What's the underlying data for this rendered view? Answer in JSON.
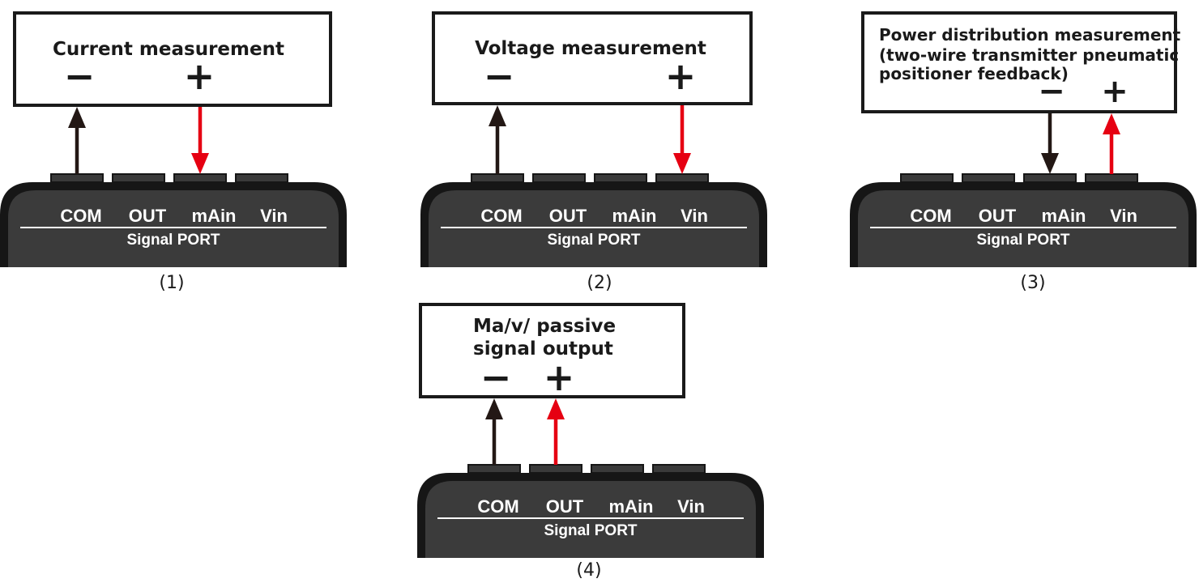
{
  "colors": {
    "frame": "#1a1a1a",
    "port_body": "#3b3b3b",
    "port_border": "#161616",
    "tab": "#3a3a3a",
    "negative_arrow": "#231815",
    "positive_arrow": "#e60012",
    "port_text": "#ffffff"
  },
  "diagrams": [
    {
      "caption": "(1)",
      "title_lines": [
        "Current measurement"
      ],
      "minus": "−",
      "plus": "+",
      "terminals": [
        "COM",
        "OUT",
        "mAin",
        "Vin"
      ],
      "port_name": "Signal PORT",
      "negative_wire": {
        "terminal": "COM",
        "direction": "up"
      },
      "positive_wire": {
        "terminal": "mAin",
        "direction": "down"
      }
    },
    {
      "caption": "(2)",
      "title_lines": [
        "Voltage measurement"
      ],
      "minus": "−",
      "plus": "+",
      "terminals": [
        "COM",
        "OUT",
        "mAin",
        "Vin"
      ],
      "port_name": "Signal PORT",
      "negative_wire": {
        "terminal": "COM",
        "direction": "up"
      },
      "positive_wire": {
        "terminal": "Vin",
        "direction": "down"
      }
    },
    {
      "caption": "(3)",
      "title_lines": [
        "Power distribution measurement",
        "(two-wire transmitter pneumatic",
        "positioner feedback)"
      ],
      "minus": "−",
      "plus": "+",
      "terminals": [
        "COM",
        "OUT",
        "mAin",
        "Vin"
      ],
      "port_name": "Signal PORT",
      "negative_wire": {
        "terminal": "mAin",
        "direction": "down"
      },
      "positive_wire": {
        "terminal": "Vin",
        "direction": "up"
      }
    },
    {
      "caption": "(4)",
      "title_lines": [
        "Ma/v/ passive",
        "signal output"
      ],
      "minus": "−",
      "plus": "+",
      "terminals": [
        "COM",
        "OUT",
        "mAin",
        "Vin"
      ],
      "port_name": "Signal PORT",
      "negative_wire": {
        "terminal": "COM",
        "direction": "up"
      },
      "positive_wire": {
        "terminal": "OUT",
        "direction": "up"
      }
    }
  ]
}
